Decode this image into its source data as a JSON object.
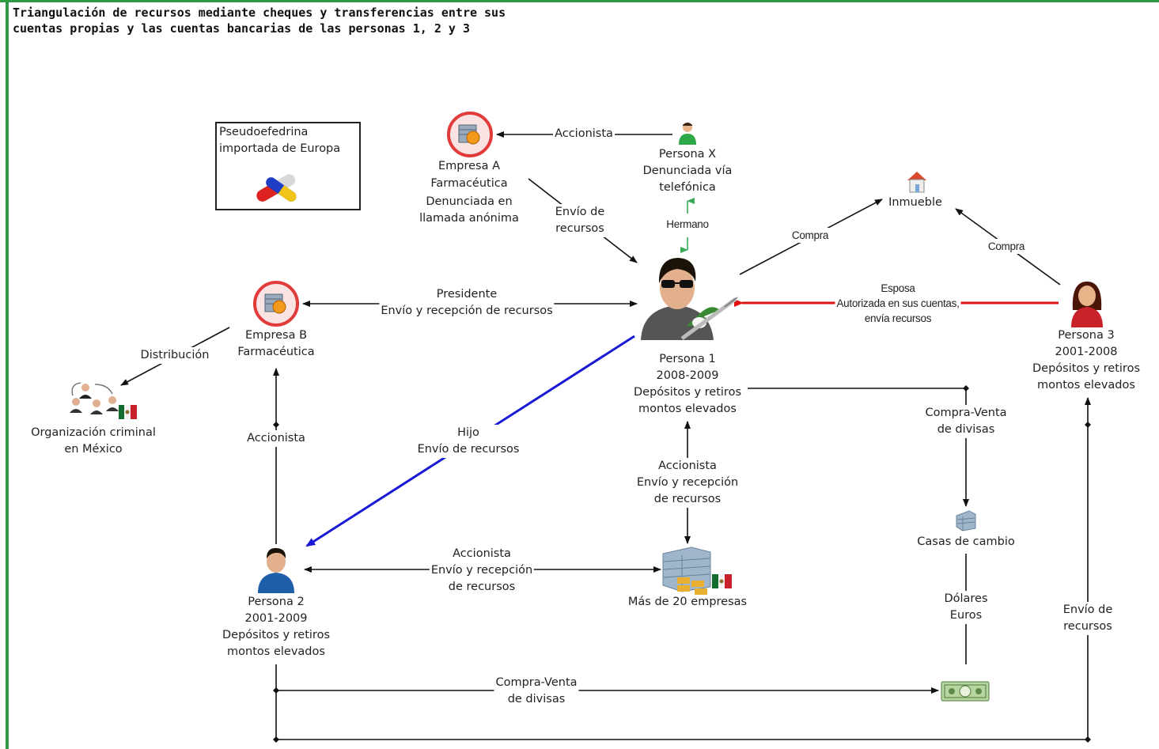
{
  "title": {
    "line1": "Triangulación de recursos mediante cheques y transferencias entre sus",
    "line2": "cuentas propias y las cuentas bancarias de las personas 1, 2 y 3"
  },
  "colors": {
    "frame": "#2e9a45",
    "blue_link": "#1a1ad6",
    "red_link": "#e01010",
    "green_link": "#3aaa5a",
    "black_link": "#111111"
  },
  "nodes": {
    "empresa_a": {
      "icon": "pharma-company-icon",
      "lines": [
        "Empresa A",
        "Farmacéutica",
        "Denunciada en",
        "llamada anónima"
      ]
    },
    "persona_x": {
      "icon": "person-green-icon",
      "lines": [
        "Persona X",
        "Denunciada vía",
        "telefónica"
      ]
    },
    "inmueble": {
      "icon": "house-icon",
      "lines": [
        "Inmueble"
      ]
    },
    "pseudoefedrina": {
      "icon": "pills-icon",
      "lines": [
        "Pseudoefedrina",
        "importada de Europa"
      ]
    },
    "empresa_b": {
      "icon": "pharma-company-icon",
      "lines": [
        "Empresa B",
        "Farmacéutica"
      ]
    },
    "persona_1": {
      "icon": "man-sunglasses-syringe-icon",
      "lines": [
        "Persona 1",
        "2008-2009",
        "Depósitos y retiros",
        "montos elevados"
      ]
    },
    "persona_3": {
      "icon": "woman-icon",
      "lines": [
        "Persona 3",
        "2001-2008",
        "Depósitos y retiros",
        "montos elevados"
      ]
    },
    "organizacion": {
      "icon": "criminal-network-icon",
      "lines": [
        "Organización criminal",
        "en México"
      ]
    },
    "casas_cambio": {
      "icon": "building-icon",
      "lines": [
        "Casas de cambio"
      ]
    },
    "persona_2": {
      "icon": "man-blue-icon",
      "lines": [
        "Persona 2",
        "2001-2009",
        "Depósitos y retiros",
        "montos elevados"
      ]
    },
    "empresas_20": {
      "icon": "company-buildings-icon",
      "lines": [
        "Más de 20 empresas"
      ]
    },
    "dolares": {
      "icon": "dollar-bill-icon",
      "lines": []
    }
  },
  "edges": {
    "x_to_a": [
      "Accionista"
    ],
    "a_to_p1": [
      "Envío de",
      "recursos"
    ],
    "x_p1": [
      "Hermano"
    ],
    "p1_inmueble": [
      "Compra"
    ],
    "p3_inmueble": [
      "Compra"
    ],
    "p1_b": [
      "Presidente",
      "Envío y recepción de recursos"
    ],
    "p3_p1": [
      "Esposa",
      "Autorizada en sus cuentas,",
      "envía recursos"
    ],
    "b_org": [
      "Distribución"
    ],
    "p2_b": [
      "Accionista"
    ],
    "p1_p2": [
      "Hijo",
      "Envío de recursos"
    ],
    "p1_casas": [
      "Compra-Venta",
      "de divisas"
    ],
    "p1_20": [
      "Accionista",
      "Envío y recepción",
      "de recursos"
    ],
    "casas_dolares": [
      "Dólares",
      "Euros"
    ],
    "p2_20": [
      "Accionista",
      "Envío y recepción",
      "de recursos"
    ],
    "p2_dolares": [
      "Compra-Venta",
      "de divisas"
    ],
    "p2_p3": [
      "Envío de",
      "recursos"
    ]
  }
}
